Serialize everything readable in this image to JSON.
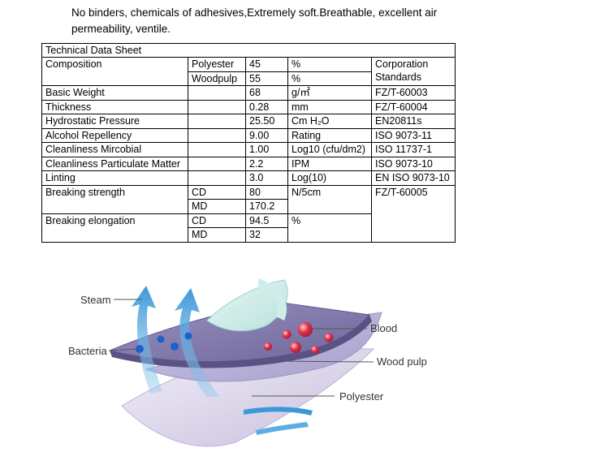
{
  "intro": {
    "line1": "No binders, chemicals of adhesives,Extremely soft.Breathable, excellent air",
    "line2": "permeability, ventile."
  },
  "table": {
    "title": "Technical Data Sheet",
    "composition": {
      "name": "Composition",
      "sub1": "Polyester",
      "val1": "45",
      "unit1": "%",
      "sub2": "Woodpulp",
      "val2": "55",
      "unit2": "%",
      "std1": "Corporation",
      "std2": "Standards"
    },
    "rows": [
      {
        "name": "Basic Weight",
        "value": "68",
        "unit": "g/㎡",
        "standard": "FZ/T-60003"
      },
      {
        "name": "Thickness",
        "value": "0.28",
        "unit": "mm",
        "standard": "FZ/T-60004"
      },
      {
        "name": "Hydrostatic Pressure",
        "value": "25.50",
        "unit": "Cm H₂O",
        "standard": "EN20811s"
      },
      {
        "name": "Alcohol Repellency",
        "value": "9.00",
        "unit": "Rating",
        "standard": "ISO 9073-11"
      },
      {
        "name": "Cleanliness Mircobial",
        "value": "1.00",
        "unit": "Log10 (cfu/dm2)",
        "standard": "ISO 11737-1"
      },
      {
        "name": "Cleanliness Particulate Matter",
        "value": "2.2",
        "unit": "IPM",
        "standard": "ISO 9073-10"
      },
      {
        "name": "Linting",
        "value": "3.0",
        "unit": "Log(10)",
        "standard": "EN ISO 9073-10"
      }
    ],
    "breaking_strength": {
      "name": "Breaking strength",
      "sub1": "CD",
      "val1": "80",
      "sub2": "MD",
      "val2": "170.2",
      "unit": "N/5cm",
      "standard": "FZ/T-60005"
    },
    "breaking_elongation": {
      "name": "Breaking elongation",
      "sub1": "CD",
      "val1": "94.5",
      "sub2": "MD",
      "val2": "32",
      "unit": "%"
    }
  },
  "diagram": {
    "labels": {
      "steam": "Steam",
      "bacteria": "Bacteria",
      "blood": "Blood",
      "wood_pulp": "Wood pulp",
      "polyester": "Polyester"
    },
    "colors": {
      "arrow_blue": "#4aa3df",
      "top_layer": "#7d73a6",
      "mid_layer": "#b6aed6",
      "bottom_layer": "#d6d0e6",
      "blood_red": "#e0314a",
      "bacteria_blue": "#1e5fc9"
    }
  }
}
